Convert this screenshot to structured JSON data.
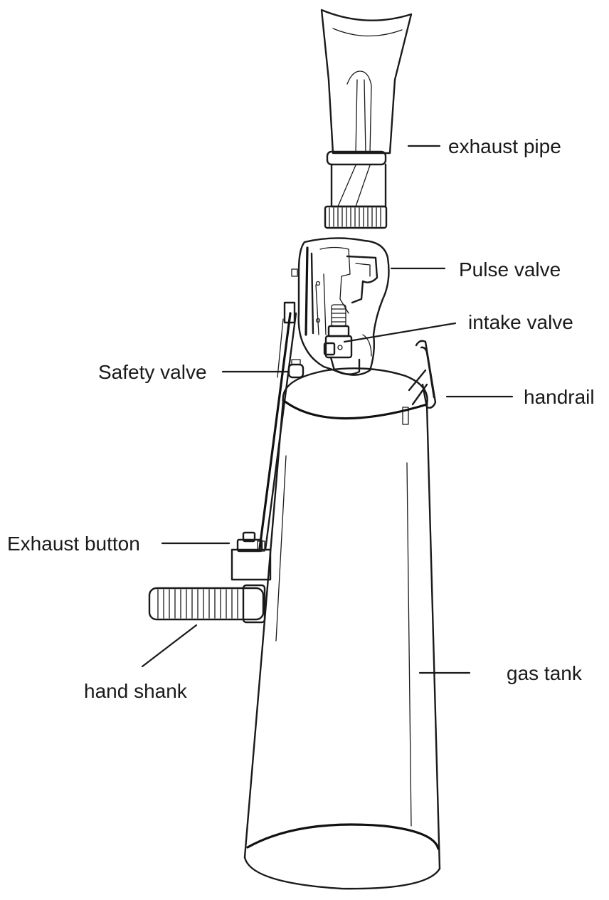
{
  "labels": {
    "exhaust_pipe": "exhaust pipe",
    "pulse_valve": "Pulse valve",
    "intake_valve": "intake valve",
    "safety_valve": "Safety valve",
    "handrail": "handrail",
    "exhaust_button": "Exhaust button",
    "hand_shank": "hand shank",
    "gas_tank": "gas tank"
  },
  "colors": {
    "line": "#1a1a1a",
    "background": "#ffffff"
  }
}
